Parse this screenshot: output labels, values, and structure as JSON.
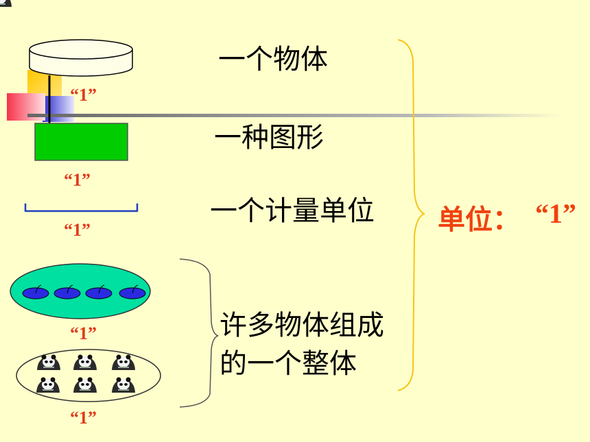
{
  "items": {
    "object": "一个物体",
    "shape": "一种图形",
    "unit_of_measure": "一个计量单位",
    "group_line1": "许多物体组成",
    "group_line2": "的一个整体"
  },
  "one_labels": [
    "“1”",
    "“1”",
    "“1”",
    "“1”",
    "“1”"
  ],
  "unit_label": "单位：",
  "unit_value": "“1”",
  "colors": {
    "background": "#FFFFCC",
    "brace": "#F5C518",
    "accent_text": "#F0420F",
    "rect": "#00CC00",
    "segment": "#1F3FBF",
    "pond": "#00E0A0",
    "leaf": "#2A2AE0"
  },
  "icons": [
    "cylinder-icon",
    "decorative-squares-icon",
    "line-segment-icon",
    "leaf-icon",
    "panda-icon"
  ]
}
